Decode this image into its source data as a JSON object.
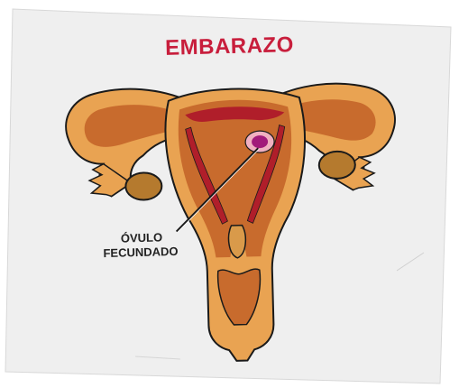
{
  "title": "EMBARAZO",
  "annotation": {
    "line1": "ÓVULO",
    "line2": "FECUNDADO"
  },
  "colors": {
    "title": "#c81e3c",
    "uterus_wall": "#e9a352",
    "uterus_outline": "#1a1a1a",
    "inner_layer": "#c86b2d",
    "lining": "#b01e2a",
    "ovary": "#b57a2e",
    "egg": "#a21a7a",
    "paper": "#efefef"
  },
  "icons": [
    "uterus-illustration",
    "fertilized-egg-icon",
    "ovary-icon"
  ]
}
